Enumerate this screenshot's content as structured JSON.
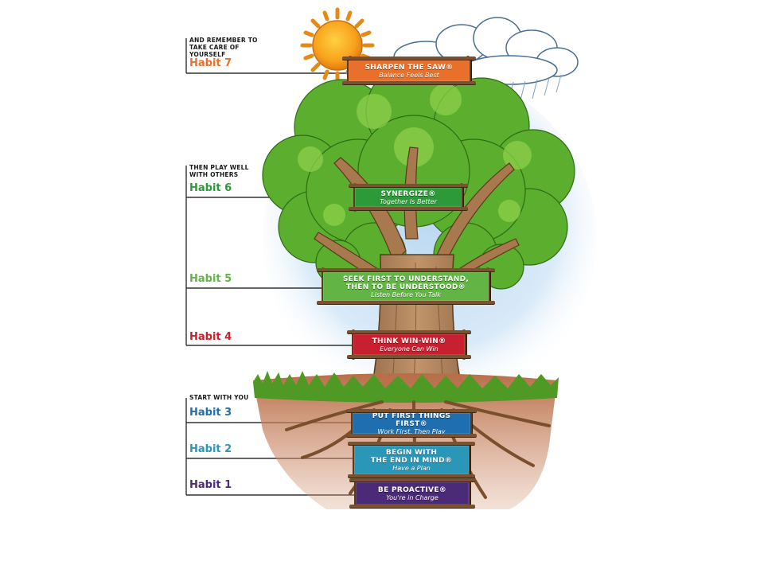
{
  "sections": {
    "renew": "AND REMEMBER TO TAKE CARE OF YOURSELF",
    "public": "THEN PLAY WELL WITH OTHERS",
    "private": "START WITH YOU"
  },
  "habits": [
    {
      "label": "Habit 7",
      "title": "SHARPEN THE SAW®",
      "subtitle": "Balance Feels Best"
    },
    {
      "label": "Habit 6",
      "title": "SYNERGIZE®",
      "subtitle": "Together Is Better"
    },
    {
      "label": "Habit 5",
      "title": "SEEK FIRST TO UNDERSTAND,",
      "title2": "THEN TO BE UNDERSTOOD®",
      "subtitle": "Listen Before You Talk"
    },
    {
      "label": "Habit 4",
      "title": "THINK WIN-WIN®",
      "subtitle": "Everyone Can Win"
    },
    {
      "label": "Habit 3",
      "title": "PUT FIRST THINGS FIRST®",
      "subtitle": "Work First, Then Play"
    },
    {
      "label": "Habit 2",
      "title": "BEGIN WITH",
      "title2": "THE END IN MIND®",
      "subtitle": "Have a Plan"
    },
    {
      "label": "Habit 1",
      "title": "BE PROACTIVE®",
      "subtitle": "You're in Charge"
    }
  ],
  "colors": {
    "habit7": "#e8702a",
    "habit6": "#2d9a3a",
    "habit5": "#62b545",
    "habit4": "#c8202f",
    "habit3": "#1f6fb0",
    "habit2": "#2a96b8",
    "habit1": "#4b2a78",
    "foliage": "#5cae2e",
    "trunk": "#a8794e",
    "soil": "#a8603e",
    "sky": "#cfe4f5",
    "sun": "#f7a11b"
  },
  "icons": [
    "sun-icon",
    "cloud-icon",
    "rain-icon"
  ]
}
